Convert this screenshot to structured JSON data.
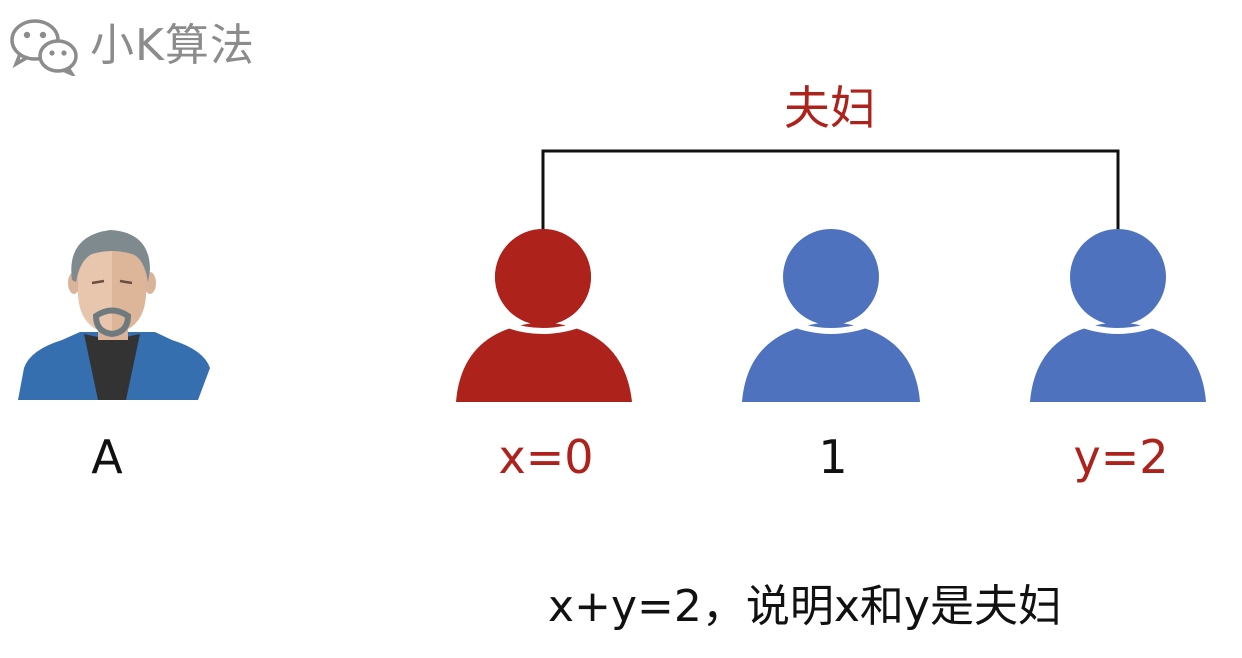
{
  "watermark": {
    "text": "小K算法",
    "icon": "wechat-icon"
  },
  "observer": {
    "label": "A",
    "icon": "man-avatar-icon"
  },
  "couple_label": "夫妇",
  "people": [
    {
      "label": "x=0",
      "color": "#ae221c",
      "highlighted": true
    },
    {
      "label": "1",
      "color": "#4f72be",
      "highlighted": false
    },
    {
      "label": "y=2",
      "color": "#4f72be",
      "highlighted": true
    }
  ],
  "caption": "x+y=2，说明x和y是夫妇",
  "colors": {
    "red": "#ae221c",
    "blue": "#4f72be",
    "gray": "#8c8c8c"
  }
}
